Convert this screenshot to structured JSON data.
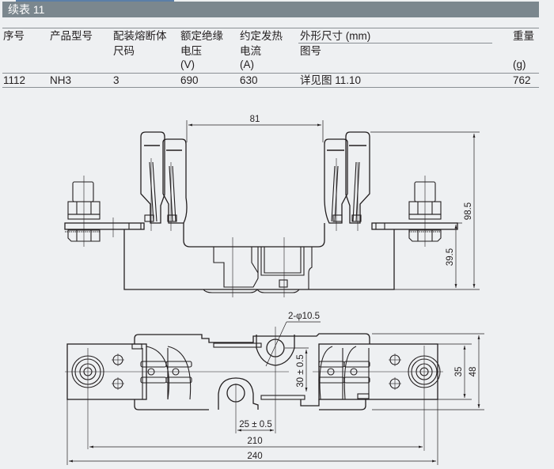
{
  "title": "续表 11",
  "table": {
    "headers": [
      {
        "line1": "序号"
      },
      {
        "line1": "产品型号"
      },
      {
        "line1": "配装熔断体",
        "line2": "尺码"
      },
      {
        "line1": "额定绝缘",
        "line2": "电压",
        "unit": "(V)"
      },
      {
        "line1": "约定发热",
        "line2": "电流",
        "unit": "(A)"
      },
      {
        "line1": "外形尺寸 (mm)",
        "line2": "图号"
      },
      {
        "line1": "重量",
        "unit": "(g)"
      }
    ],
    "rows": [
      [
        "1112",
        "NH3",
        "3",
        "690",
        "630",
        "详见图 11.10",
        "762"
      ]
    ]
  },
  "drawing": {
    "side_view": {
      "dim_top_width": "81",
      "dim_total_height": "98.5",
      "dim_base_height": "39.5"
    },
    "top_view": {
      "dim_hole": "2-φ10.5",
      "dim_hole_offset_v": "30 ± 0.5",
      "dim_hole_offset_h": "25 ± 0.5",
      "dim_mount_span": "210",
      "dim_total_length": "240",
      "dim_plate_width": "35",
      "dim_total_width": "48"
    }
  },
  "colors": {
    "title_bar": "#7b878e",
    "accent_line": "#5b7ea8",
    "background": "#eef0f2",
    "line": "#231f20"
  }
}
